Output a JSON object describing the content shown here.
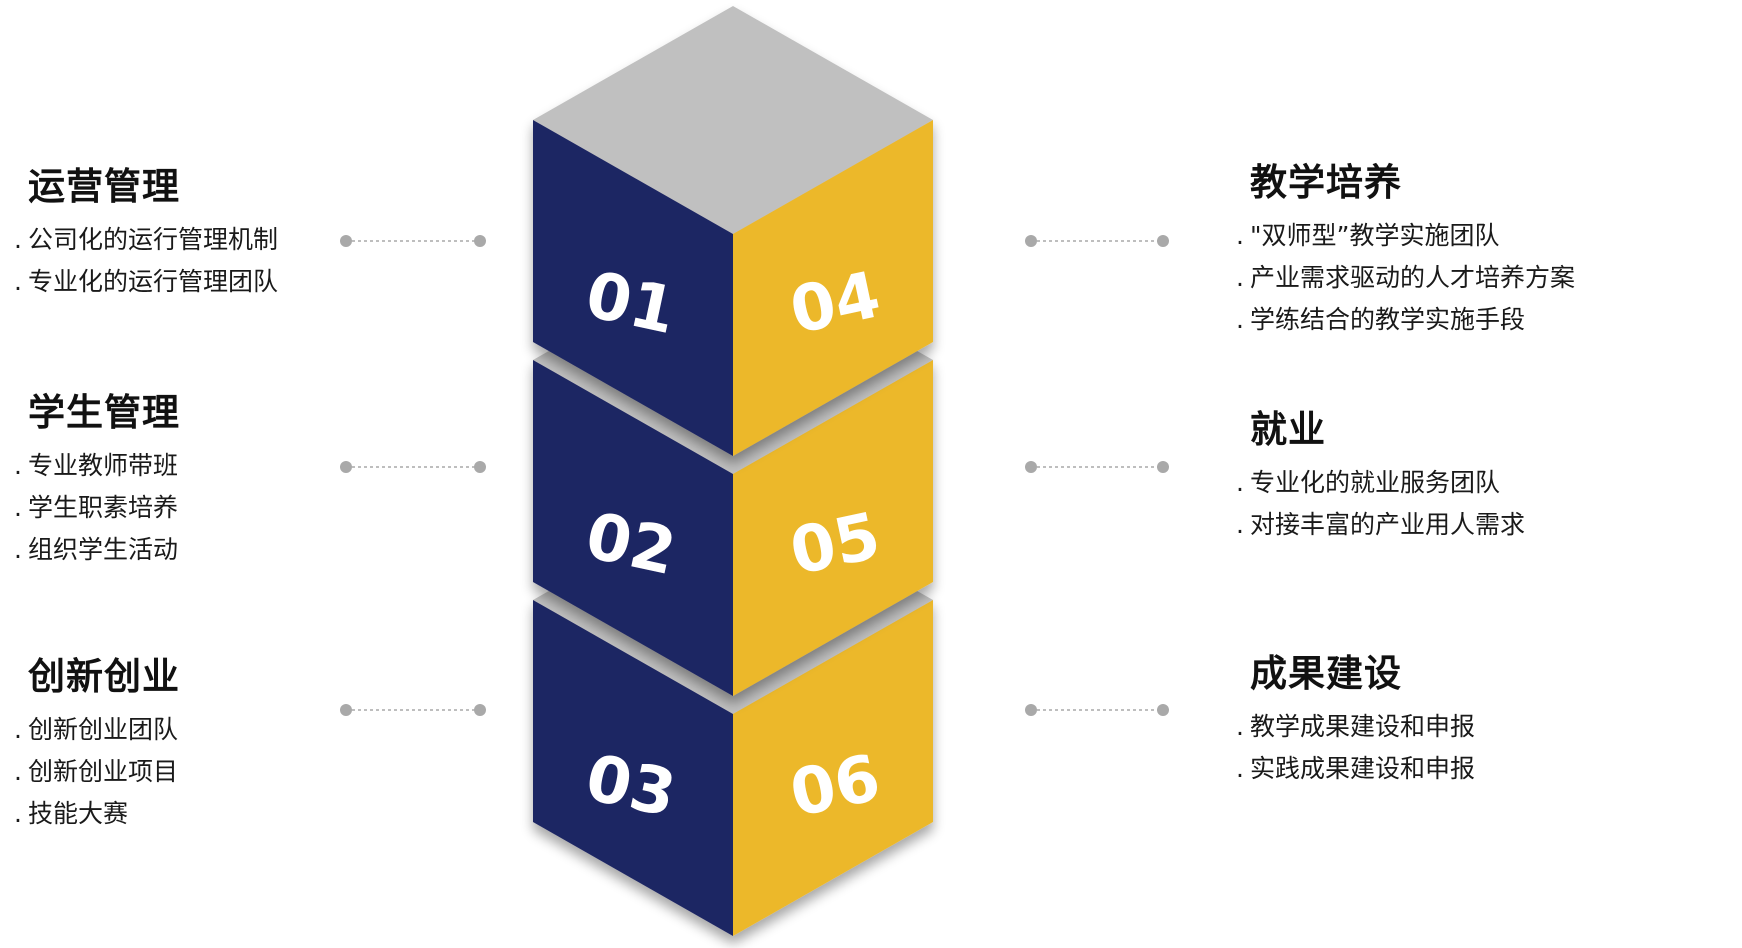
{
  "colors": {
    "navy": "#1f2563",
    "gold": "#ecb82b",
    "top": "#c0c0c0",
    "connector": "#a9a9a9",
    "number": "#ffffff"
  },
  "blocks": [
    {
      "left_number": "01",
      "right_number": "04"
    },
    {
      "left_number": "02",
      "right_number": "05"
    },
    {
      "left_number": "03",
      "right_number": "06"
    }
  ],
  "left_panels": [
    {
      "title": "运营管理",
      "items": [
        "公司化的运行管理机制",
        "专业化的运行管理团队"
      ]
    },
    {
      "title": "学生管理",
      "items": [
        "专业教师带班",
        "学生职素培养",
        "组织学生活动"
      ]
    },
    {
      "title": "创新创业",
      "items": [
        "创新创业团队",
        "创新创业项目",
        "技能大赛"
      ]
    }
  ],
  "right_panels": [
    {
      "title": "教学培养",
      "items": [
        "\"双师型”教学实施团队",
        "产业需求驱动的人才培养方案",
        "学练结合的教学实施手段"
      ]
    },
    {
      "title": "就业",
      "items": [
        "专业化的就业服务团队",
        "对接丰富的产业用人需求"
      ]
    },
    {
      "title": "成果建设",
      "items": [
        "教学成果建设和申报",
        "实践成果建设和申报"
      ]
    }
  ],
  "bullet": "."
}
